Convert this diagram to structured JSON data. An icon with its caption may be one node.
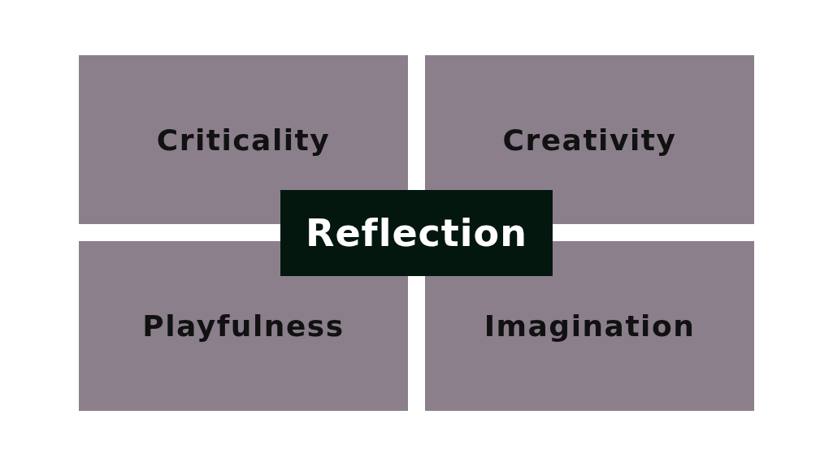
{
  "diagram": {
    "nodes": [
      {
        "text": [
          "Criticality"
        ]
      },
      {
        "text": [
          "Creativity"
        ]
      },
      {
        "text": [
          "Reflection"
        ]
      },
      {
        "text": [
          "Playfulness"
        ]
      },
      {
        "text": [
          "Imagination"
        ]
      }
    ]
  }
}
